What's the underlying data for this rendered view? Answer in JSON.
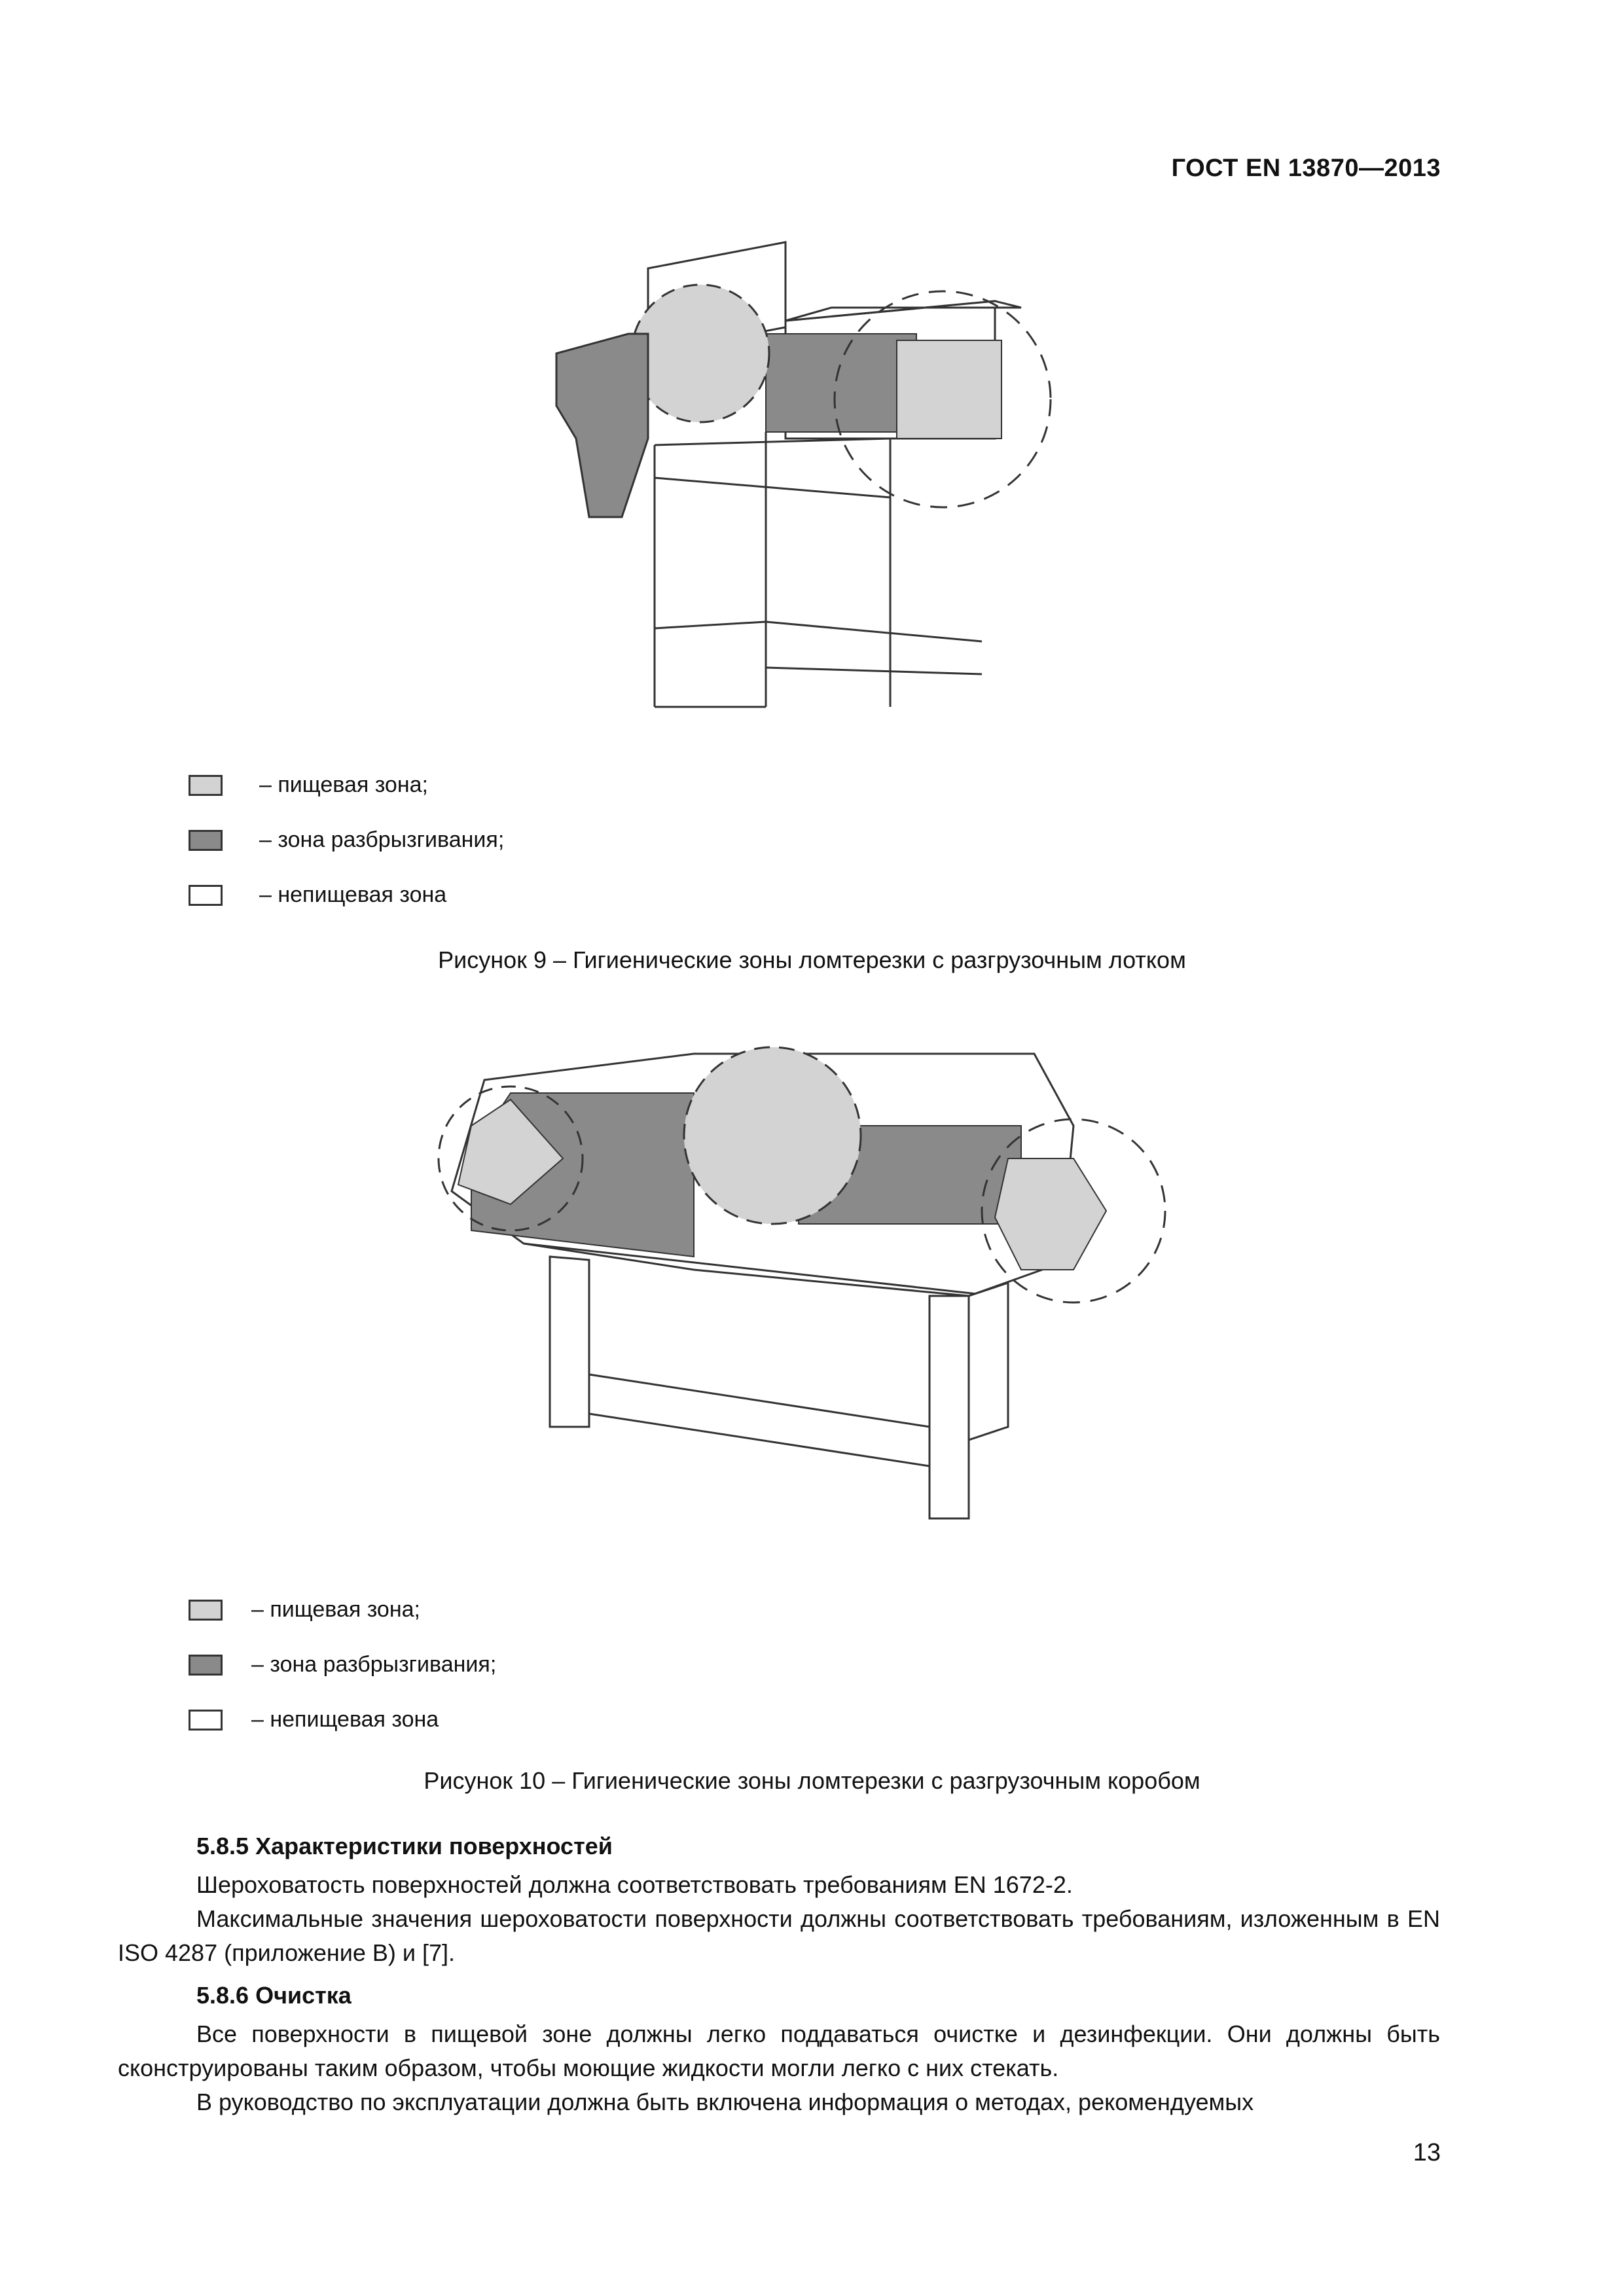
{
  "header": {
    "doc_code": "ГОСТ EN 13870—2013"
  },
  "figure9": {
    "legend": [
      {
        "icon": "food-zone-swatch",
        "color": "#d3d3d3",
        "label": "– пищевая зона;"
      },
      {
        "icon": "splash-zone-swatch",
        "color": "#8a8a8a",
        "label": "– зона разбрызгивания;"
      },
      {
        "icon": "non-food-zone-swatch",
        "color": "#ffffff",
        "label": "– непищевая зона"
      }
    ],
    "caption": "Рисунок 9 – Гигиенические зоны ломтерезки с разгрузочным лотком"
  },
  "figure10": {
    "legend": [
      {
        "icon": "food-zone-swatch",
        "color": "#d3d3d3",
        "label": "– пищевая зона;"
      },
      {
        "icon": "splash-zone-swatch",
        "color": "#8a8a8a",
        "label": "– зона разбрызгивания;"
      },
      {
        "icon": "non-food-zone-swatch",
        "color": "#ffffff",
        "label": "– непищевая зона"
      }
    ],
    "caption": "Рисунок 10 – Гигиенические зоны ломтерезки с разгрузочным коробом"
  },
  "section_585": {
    "title": "5.8.5 Характеристики поверхностей",
    "p1": "Шероховатость поверхностей должна соответствовать требованиям EN 1672-2.",
    "p2": "Максимальные значения шероховатости поверхности должны соответствовать требованиям, изложенным в EN ISO 4287 (приложение В) и [7]."
  },
  "section_586": {
    "title": "5.8.6 Очистка",
    "p1": "Все поверхности в пищевой зоне должны легко поддаваться очистке и дезинфекции. Они должны быть сконструированы таким образом, чтобы моющие жидкости могли легко с них стекать.",
    "p2": "В руководство по эксплуатации должна быть включена информация о методах, рекомендуемых"
  },
  "page": {
    "number": "13"
  }
}
